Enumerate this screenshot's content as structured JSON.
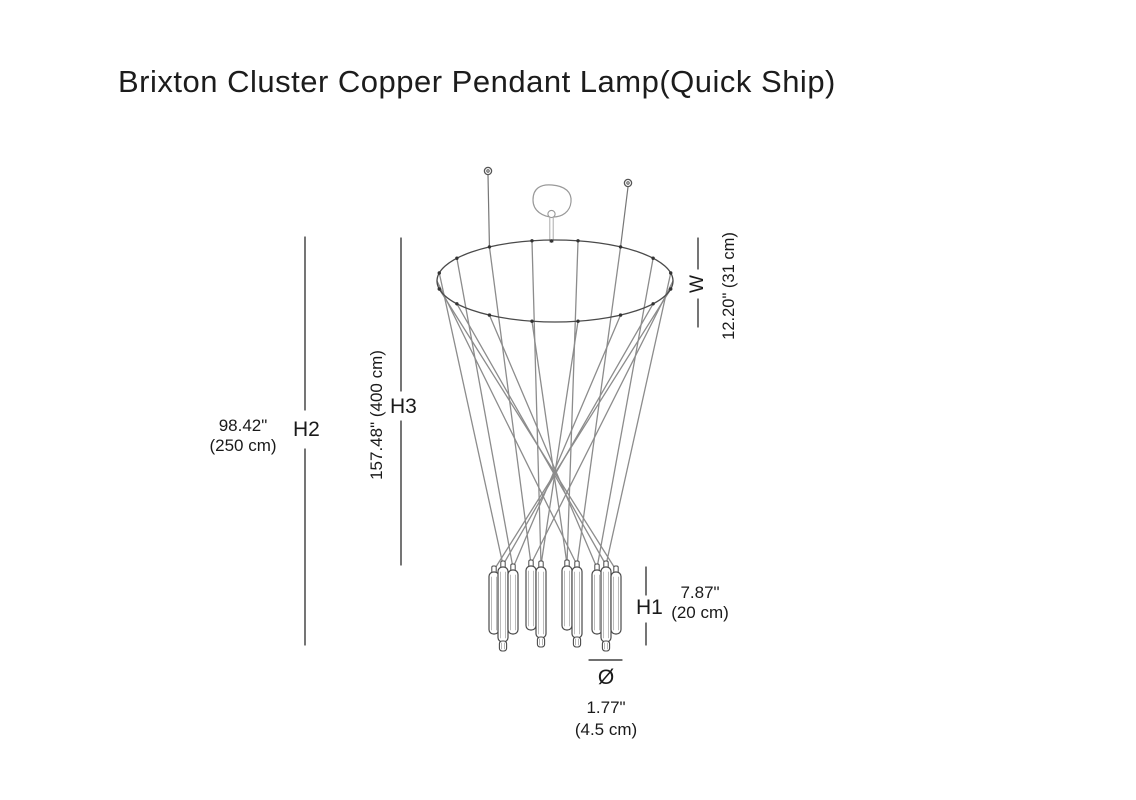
{
  "title": "Brixton Cluster Copper Pendant Lamp(Quick Ship)",
  "dimensions": {
    "h2": {
      "label": "H2",
      "inches": "98.42\"",
      "cm": "(250 cm)"
    },
    "h3": {
      "label": "H3",
      "value": "157.48\" (400 cm)"
    },
    "w": {
      "label": "W",
      "value": "12.20\" (31 cm)"
    },
    "h1": {
      "label": "H1",
      "inches": "7.87\"",
      "cm": "(20 cm)"
    },
    "diameter": {
      "symbol": "Ø",
      "inches": "1.77\"",
      "cm": "(4.5 cm)"
    }
  },
  "colors": {
    "ink": "#1a1a1a",
    "rod": "#8c8c8c",
    "frame": "#4a4a4a",
    "light": "#999999"
  }
}
